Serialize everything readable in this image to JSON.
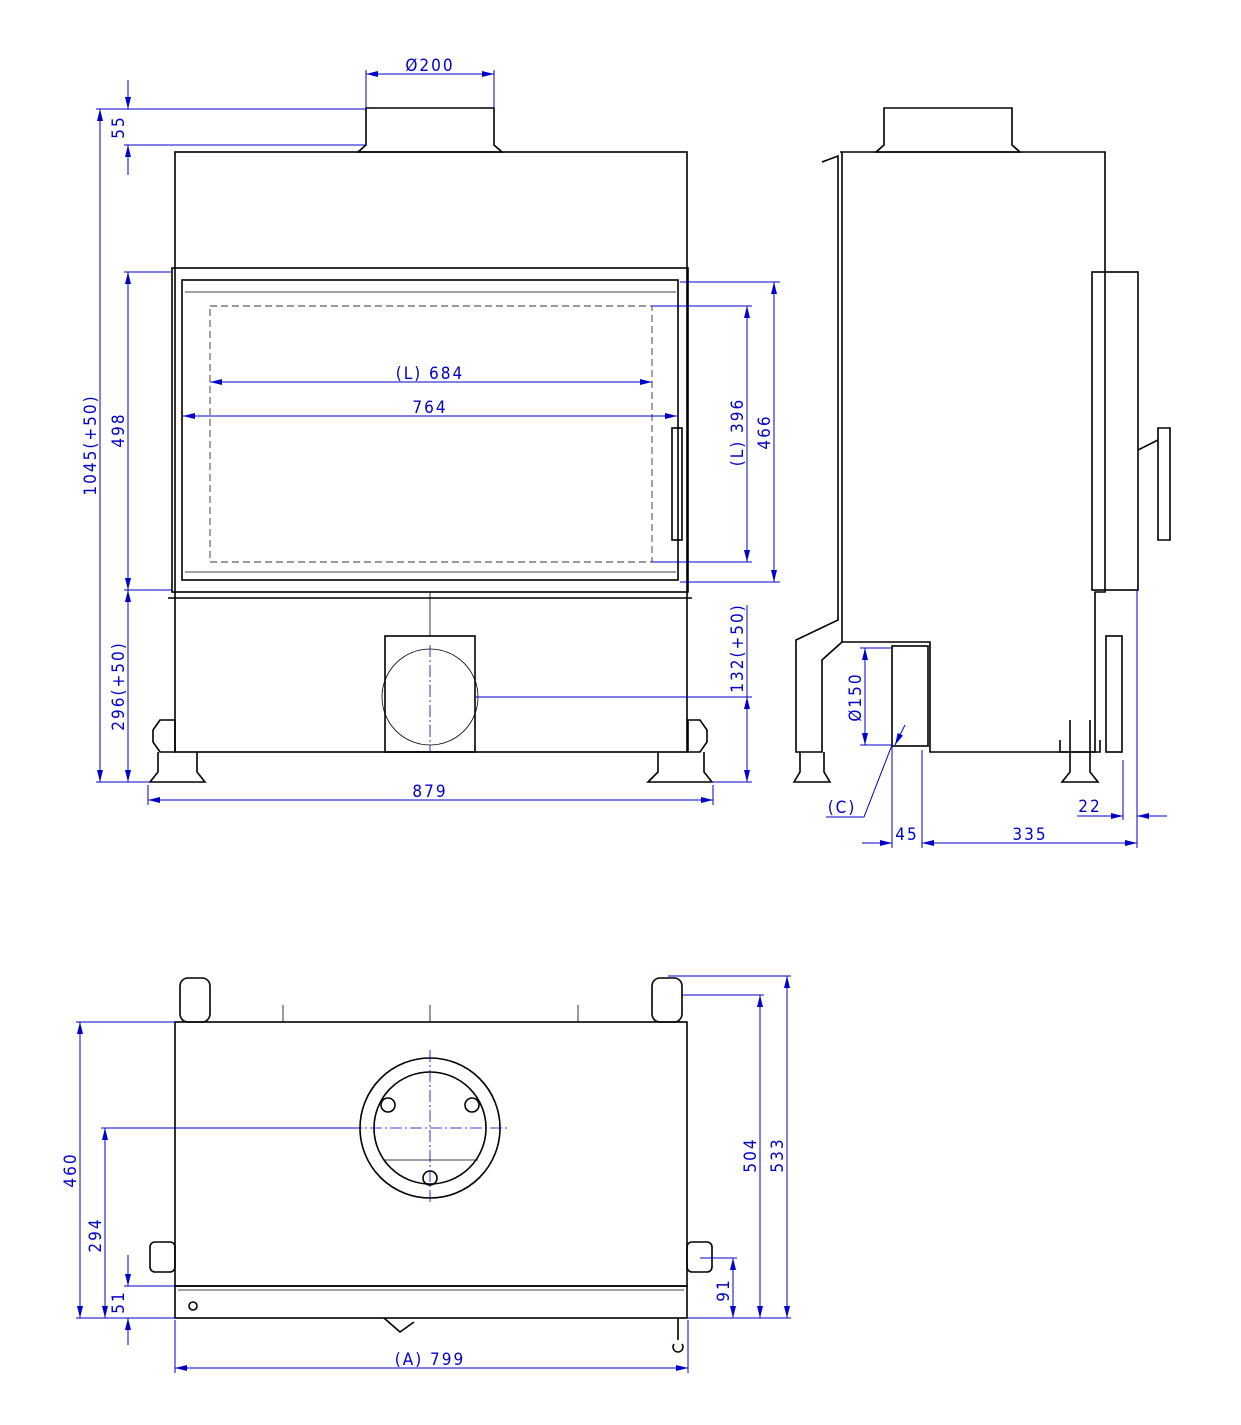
{
  "front_view": {
    "flue_diameter": "Ø200",
    "collar_height": "55",
    "total_height": "1045(+50)",
    "door_height": "498",
    "base_height": "296(+50)",
    "glass_width": "(L) 684",
    "door_width": "764",
    "glass_height": "(L) 396",
    "frame_height": "466",
    "air_inlet_height": "132(+50)",
    "total_width": "879"
  },
  "side_view": {
    "air_inlet_diameter": "Ø150",
    "air_inlet_label": "(C)",
    "inlet_offset": "45",
    "depth": "335",
    "front_offset": "22"
  },
  "top_view": {
    "depth_body": "460",
    "flue_center": "294",
    "front_strip": "51",
    "depth_legs": "504",
    "depth_total": "533",
    "door_protrusion": "91",
    "width": "(A) 799"
  },
  "colors": {
    "dimension": "#0000cc",
    "outline": "#000000"
  }
}
